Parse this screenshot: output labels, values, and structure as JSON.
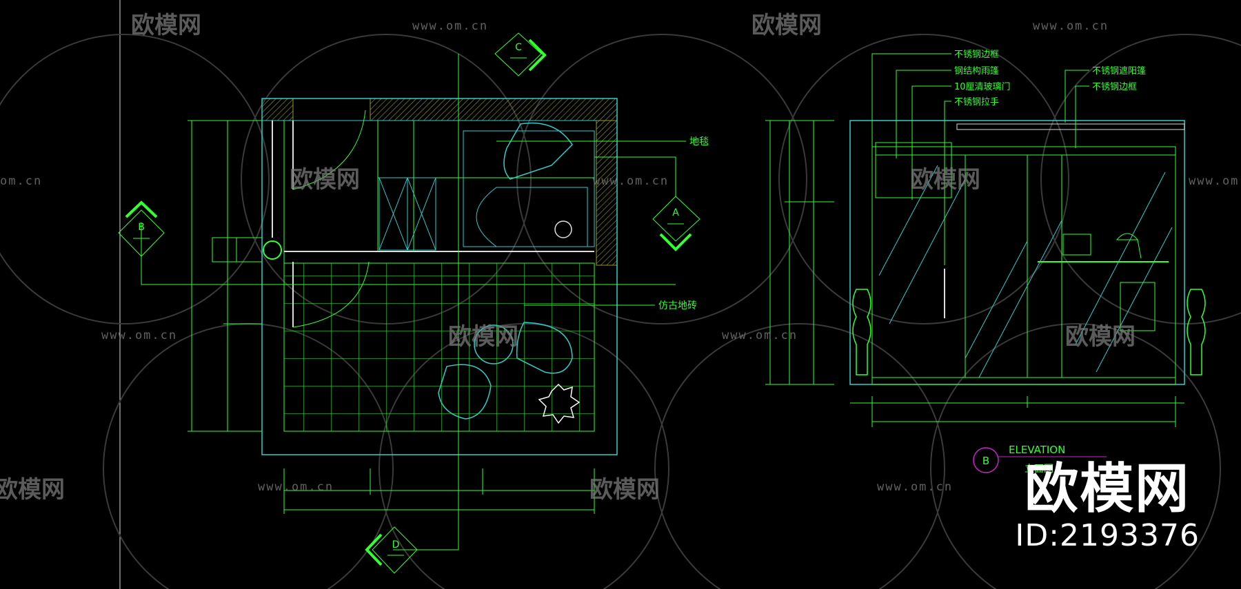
{
  "watermark": {
    "logo_text": "欧模网",
    "url": "www.om.cn",
    "url_short": "om.cn",
    "id_label": "ID:2193376"
  },
  "plan": {
    "callout_label_carpet": "地毯",
    "callout_label_tile": "仿古地砖",
    "section_markers": {
      "a": "A",
      "b": "B",
      "c": "C",
      "d": "D"
    }
  },
  "elevation": {
    "notes_left": [
      "不锈钢边框",
      "钢结构雨篷",
      "10厘清玻璃门",
      "不锈钢拉手"
    ],
    "notes_right": [
      "不锈钢遮阳篷",
      "不锈钢边框"
    ],
    "title_marker": "B",
    "title_en": "ELEVATION",
    "title_cn": "立面图"
  },
  "colors": {
    "background": "#000000",
    "line_green": "#33ff33",
    "line_cyan": "#33cccc",
    "wall_hatch": "#999933",
    "marker_magenta": "#cc22cc",
    "watermark_gray": "#7a7a7a"
  }
}
